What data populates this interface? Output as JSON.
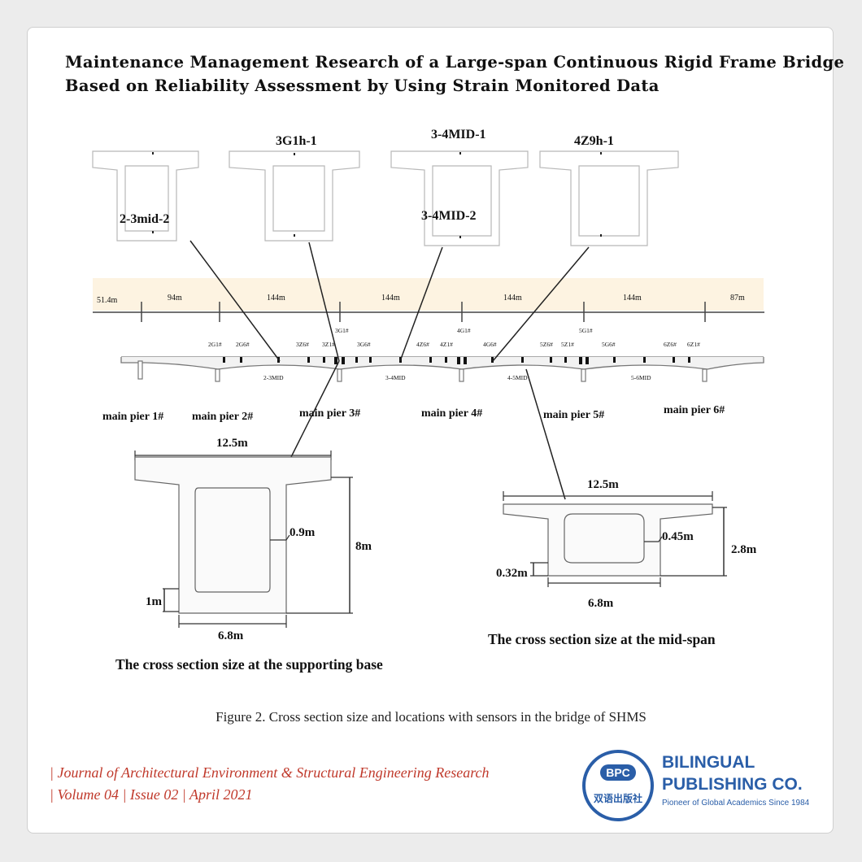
{
  "title": {
    "line1": "Maintenance Management Research of a Large-span Continuous Rigid Frame Bridge",
    "line2": "Based on Reliability Assessment by Using Strain Monitored Data"
  },
  "figure": {
    "sensor_sections": [
      "2-3mid-2",
      "3G1h-1",
      "3-4MID-1",
      "3-4MID-2",
      "4Z9h-1"
    ],
    "spans": [
      "51.4m",
      "94m",
      "144m",
      "144m",
      "144m",
      "144m",
      "87m"
    ],
    "sensor_codes": [
      "2G1#",
      "2G6#",
      "3Z6#",
      "3Z1#",
      "3G1#",
      "3G6#",
      "4Z6#",
      "4Z1#",
      "4G1#",
      "4G6#",
      "5Z6#",
      "5Z1#",
      "5G1#",
      "5G6#",
      "6Z6#",
      "6Z1#"
    ],
    "mid_labels": [
      "2-3MID",
      "3-4MID",
      "4-5MID",
      "5-6MID"
    ],
    "piers": [
      "main pier 1#",
      "main pier 2#",
      "main pier 3#",
      "main pier 4#",
      "main pier 5#",
      "main pier 6#"
    ],
    "support_section": {
      "top_width": "12.5m",
      "web": "0.9m",
      "height": "8m",
      "bottom_slab": "1m",
      "bottom_width": "6.8m",
      "caption": "The cross section size at the supporting base"
    },
    "mid_section": {
      "top_width": "12.5m",
      "web": "0.45m",
      "height": "2.8m",
      "bottom_slab": "0.32m",
      "bottom_width": "6.8m",
      "caption": "The cross section size at the mid-span"
    }
  },
  "caption": "Figure 2. Cross section size and locations with sensors in the bridge of SHMS",
  "journal": {
    "line1": "| Journal of Architectural Environment & Structural Engineering Research",
    "line2": "| Volume 04 | Issue 02 | April 2021"
  },
  "publisher": {
    "badge": "BPC",
    "seal_text": "双语出版社",
    "name_line1": "BILINGUAL",
    "name_line2": "PUBLISHING CO.",
    "tagline": "Pioneer of Global Academics Since 1984"
  },
  "colors": {
    "accent_red": "#c0392b",
    "brand_blue": "#2a5ea8",
    "band": "#fdf3e1"
  }
}
